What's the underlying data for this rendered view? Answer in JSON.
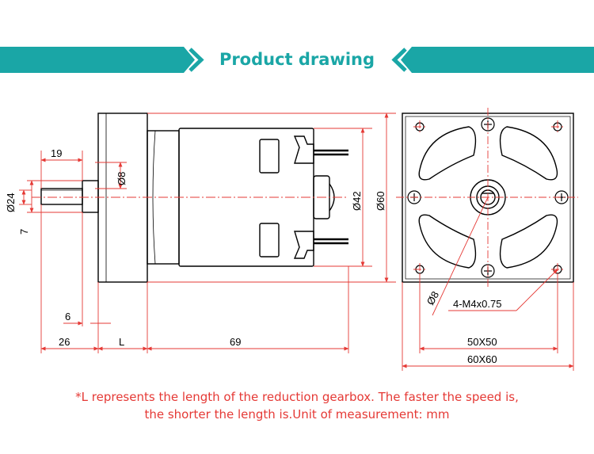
{
  "header": {
    "title": "Product drawing",
    "accent_color": "#1aa6a6"
  },
  "colors": {
    "dimension_line": "#e53935",
    "outline": "#000000",
    "note_text": "#e53935"
  },
  "dimensions": {
    "shaft_length": "19",
    "shaft_dia": "Ø8",
    "boss_dia": "Ø24",
    "d_flat": "7",
    "spacer": "6",
    "front_length": "26",
    "gearbox_length": "L",
    "motor_length": "69",
    "motor_dia": "Ø42",
    "flange_size": "Ø60",
    "hole_dia": "Ø8",
    "thread": "4-M4x0.75",
    "hole_spacing": "50X50",
    "flange_width": "60X60"
  },
  "notes": {
    "line1": "*L represents the length of the reduction gearbox. The faster the speed is,",
    "line2": "the shorter the length is.Unit of measurement: mm"
  }
}
